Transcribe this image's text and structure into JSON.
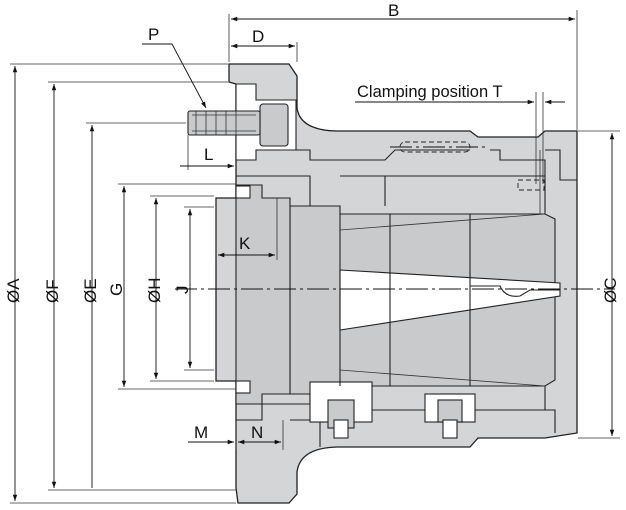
{
  "labels": {
    "B": "B",
    "D": "D",
    "P": "P",
    "clamping": "Clamping position T",
    "L": "L",
    "K": "K",
    "M": "M",
    "N": "N",
    "A": "ØA",
    "F": "ØF",
    "E": "ØE",
    "G": "G",
    "H": "ØH",
    "J": "J",
    "C": "ØC"
  },
  "colors": {
    "body": "#d4d5d7",
    "line": "#222222",
    "background": "#ffffff"
  }
}
